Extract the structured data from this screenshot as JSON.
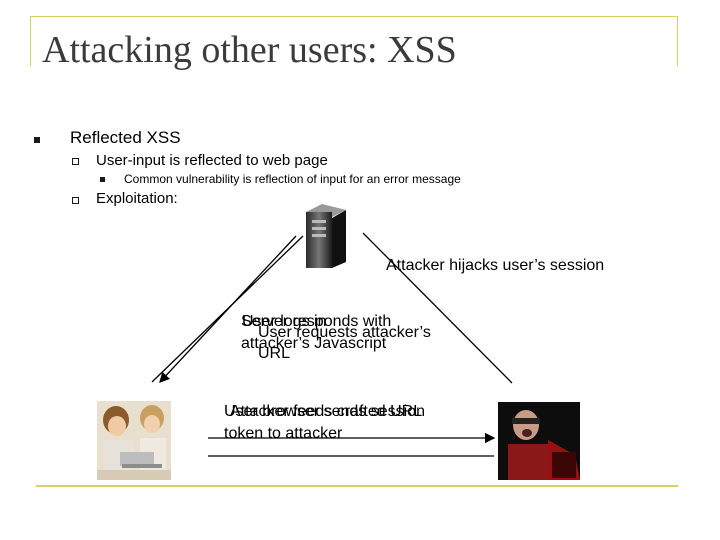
{
  "title": "Attacking other users: XSS",
  "bullets": {
    "reflected": "Reflected XSS",
    "user_input": "User-input is reflected to web page",
    "common": "Common vulnerability is reflection of input for an error message",
    "exploitation": "Exploitation:"
  },
  "diagram": {
    "hijack": "Attacker hijacks user’s session",
    "server_responds_1": "Server responds with",
    "server_responds_2": "attacker’s Javascript",
    "user_logs_in": "User logs in",
    "user_requests_1": "User requests attacker’s",
    "user_requests_2": "URL",
    "user_browser_1": "User browser sends session",
    "user_browser_2": "token to attacker",
    "attacker_feeds": "Attacker feeds crafted URL"
  }
}
